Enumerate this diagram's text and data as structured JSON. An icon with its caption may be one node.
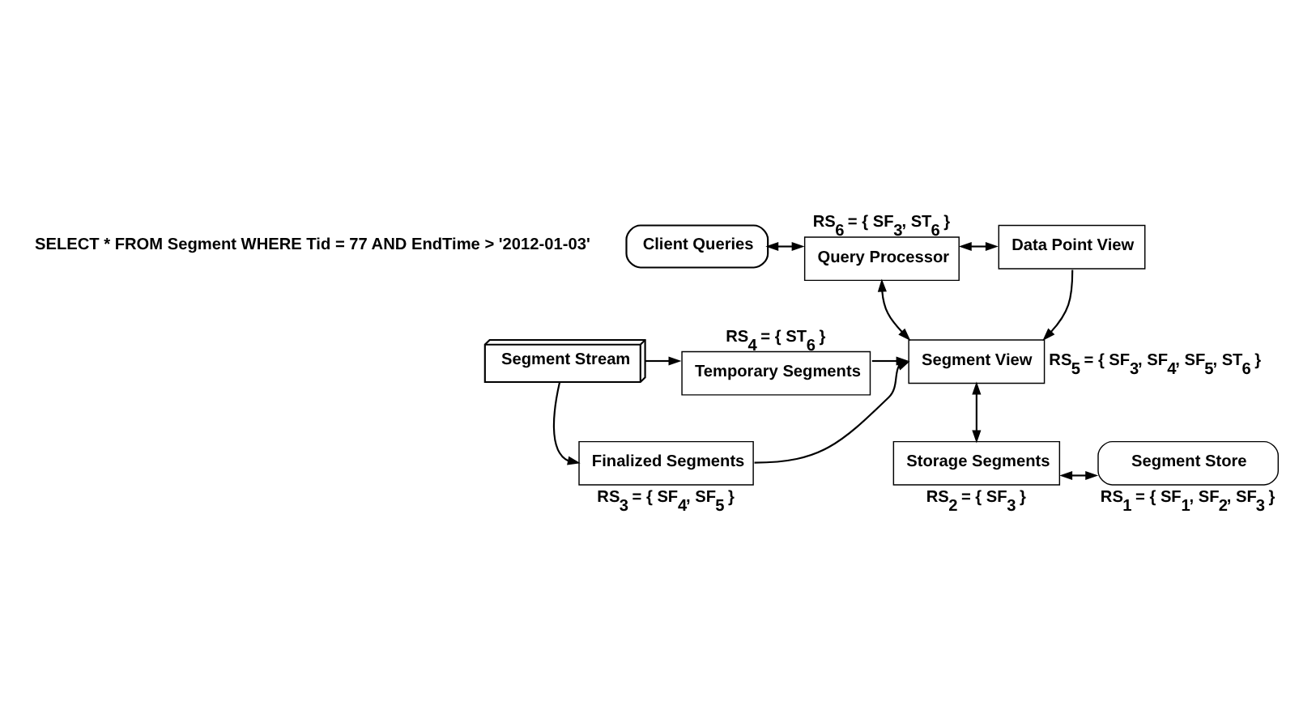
{
  "diagram": {
    "nodes": [
      {
        "text": [
          "Client Queries"
        ]
      },
      {
        "text": [
          "Query Processor"
        ],
        "beside": [
          "RS$_{6}$ = { SF$_{3}$, ST$_{6}$ }"
        ]
      },
      {
        "text": [
          "Data Point View"
        ]
      },
      {
        "text": [
          "Segment Stream"
        ]
      },
      {
        "text": [
          "Temporary Segments"
        ],
        "beside": [
          "RS$_{4}$ = { ST$_{6}$ }"
        ]
      },
      {
        "text": [
          "Finalized Segments"
        ],
        "beside": [
          "RS$_{3}$ = { SF$_{4}$, SF$_{5}$ }"
        ]
      },
      {
        "text": [
          "Segment View"
        ],
        "beside": [
          "RS$_{5}$ = { SF$_{3}$, SF$_{4}$, SF$_{5}$, ST$_{6}$ }"
        ]
      },
      {
        "text": [
          "Storage Segments"
        ],
        "beside": [
          "RS$_{2}$ = { SF$_{3}$ }"
        ]
      },
      {
        "text": [
          "Segment Store"
        ],
        "beside": [
          "RS$_{1}$ = { SF$_{1}$, SF$_{2}$, SF$_{3}$ }"
        ]
      }
    ],
    "edges": [
      {
        "from": 0,
        "to": 1,
        "arrow": "both"
      },
      {
        "from": 1,
        "to": 2,
        "arrow": "both"
      },
      {
        "from": 1,
        "to": 6,
        "arrow": "both"
      },
      {
        "from": 2,
        "to": 6,
        "arrow": "to"
      },
      {
        "from": 3,
        "to": 4,
        "arrow": "to"
      },
      {
        "from": 3,
        "to": 5,
        "arrow": "to"
      },
      {
        "from": 4,
        "to": 6,
        "arrow": "to"
      },
      {
        "from": 5,
        "to": 6,
        "arrow": "to"
      },
      {
        "from": 6,
        "to": 7,
        "arrow": "both"
      },
      {
        "from": 7,
        "to": 8,
        "arrow": "both"
      }
    ],
    "labels": [
      "SELECT * FROM Segment WHERE Tid = 77 AND EndTime > '2012-01-03'"
    ]
  }
}
